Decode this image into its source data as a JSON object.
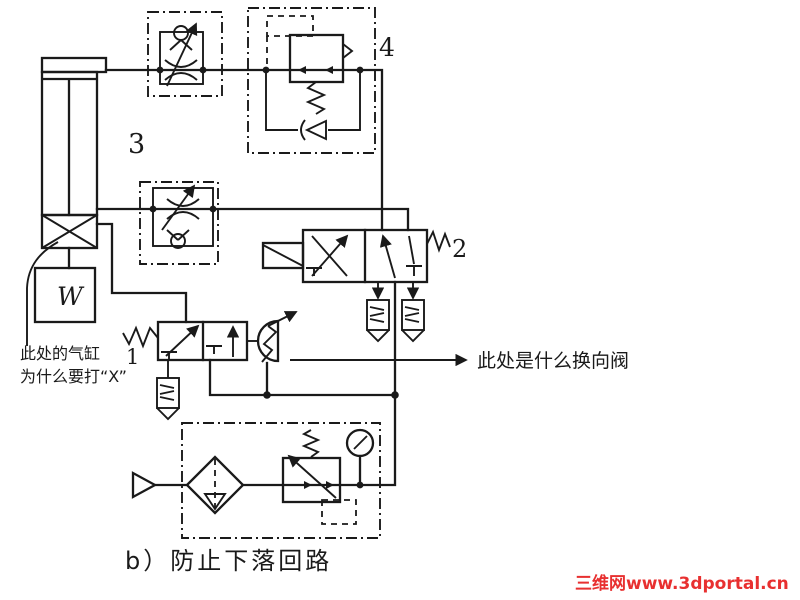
{
  "colors": {
    "line": "#1a1a1a",
    "background": "#ffffff",
    "watermark_red": "#e83030"
  },
  "diagram": {
    "caption": "b）防止下落回路",
    "watermark": "三维网www.3dportal.cn",
    "labels": {
      "cylinder": "3",
      "pressure_regulator": "4",
      "directional_valve": "2",
      "pilot_valve": "1",
      "weight": "W"
    },
    "annotations": {
      "left_line1": "此处的气缸",
      "left_line2": "为什么要打“X”",
      "right_note": "此处是什么换向阀"
    }
  }
}
